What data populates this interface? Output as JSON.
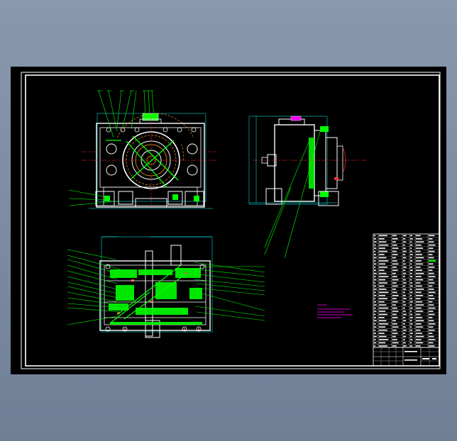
{
  "drawing": {
    "type": "cad-assembly-drawing",
    "background": "#000000",
    "frame_color": "#ffffff",
    "outline_color": "#ffffff",
    "leader_color": "#00ff00",
    "centerline_color": "#ff3030",
    "dimension_color": "#00ffff",
    "hidden_color": "#ffa020",
    "highlight_color": "#ff00ff",
    "views": [
      "front-view",
      "side-view",
      "top-section-view"
    ],
    "tables": [
      "parts-list",
      "title-block"
    ]
  }
}
